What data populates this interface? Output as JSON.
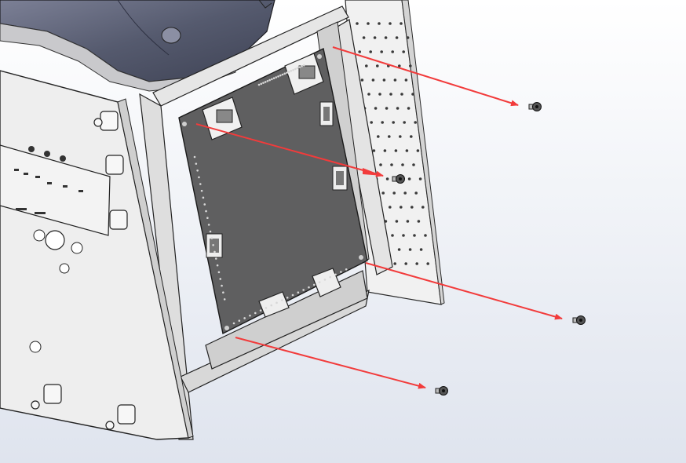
{
  "scene": {
    "kind": "cad-exploded-view",
    "background_colors": [
      "#ffffff",
      "#dfe4ee"
    ],
    "arrow_color": "#f23b3b",
    "board_color": "#5f5f60",
    "frame_color": "#e3e3e3",
    "plate_color": "#ececec",
    "cover_color": "#5a5e72"
  },
  "parts": {
    "screws": [
      {
        "id": "screw-top-right"
      },
      {
        "id": "screw-middle"
      },
      {
        "id": "screw-right-lower"
      },
      {
        "id": "screw-bottom"
      }
    ],
    "connectors": [
      "ethernet-jack-left",
      "ethernet-jack-right",
      "header-side-top",
      "header-side-middle",
      "header-left",
      "power-connector",
      "db-connector"
    ]
  }
}
